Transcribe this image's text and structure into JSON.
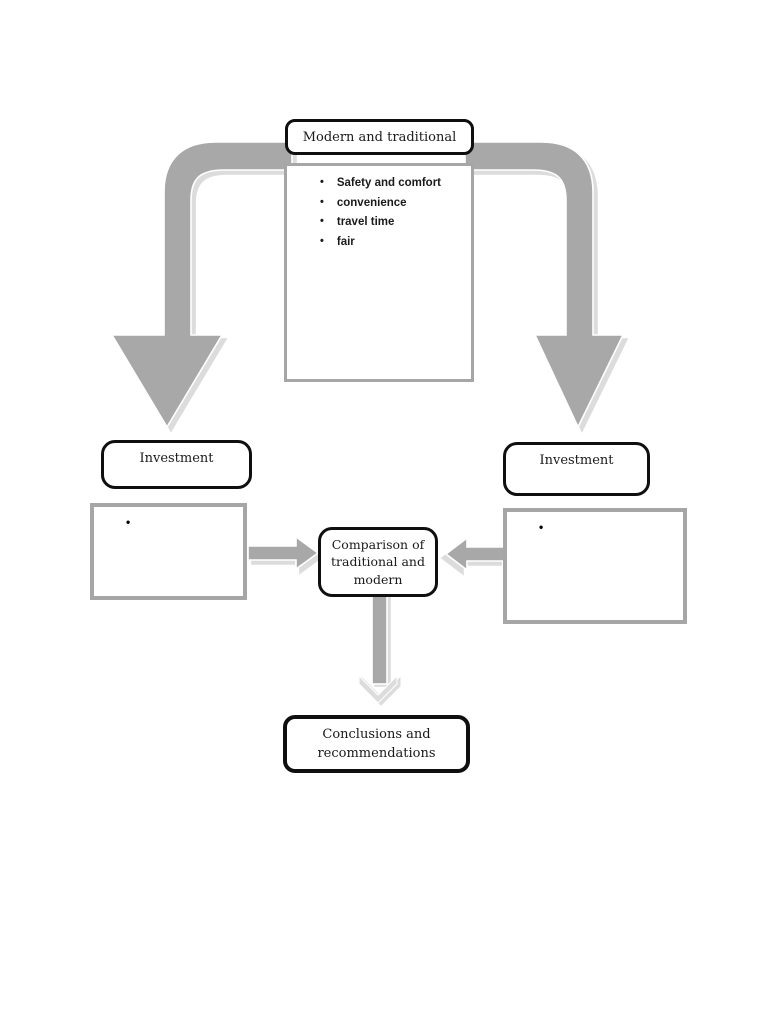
{
  "diagram": {
    "bullet_glyph": "•",
    "top_box": {
      "label": "Modern and traditional"
    },
    "criteria_box": {
      "items": [
        "Safety and comfort",
        "convenience",
        "travel time",
        "fair"
      ]
    },
    "left_branch": {
      "investment_label": "Investment",
      "note_bullet": "•"
    },
    "right_branch": {
      "investment_label": "Investment",
      "note_bullet": "•"
    },
    "comparison_box": {
      "label": "Comparison of traditional and modern",
      "lines": [
        "Comparison of",
        "traditional and",
        "modern"
      ]
    },
    "conclusions_box": {
      "label": "Conclusions and recommendations",
      "lines": [
        "Conclusions and",
        "recommendations"
      ]
    },
    "colors": {
      "arrow_fill": "#a8a8a8",
      "arrow_highlight": "#dcdcdc",
      "gray_border": "#a6a6a6",
      "black_border": "#0f0f0f"
    }
  }
}
